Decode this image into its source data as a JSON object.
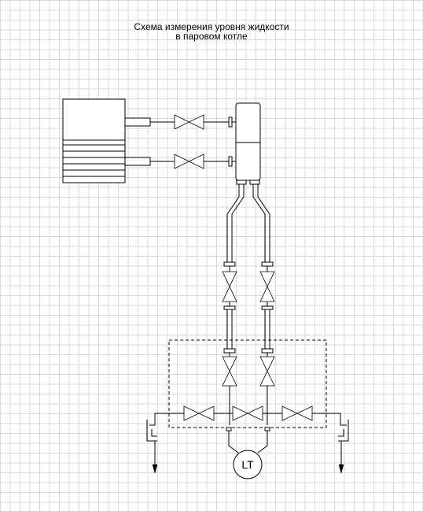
{
  "diagram": {
    "title_line1": "Схема измерения уровня жидкости",
    "title_line2": "в паровом котле",
    "transmitter_label": "LT"
  }
}
